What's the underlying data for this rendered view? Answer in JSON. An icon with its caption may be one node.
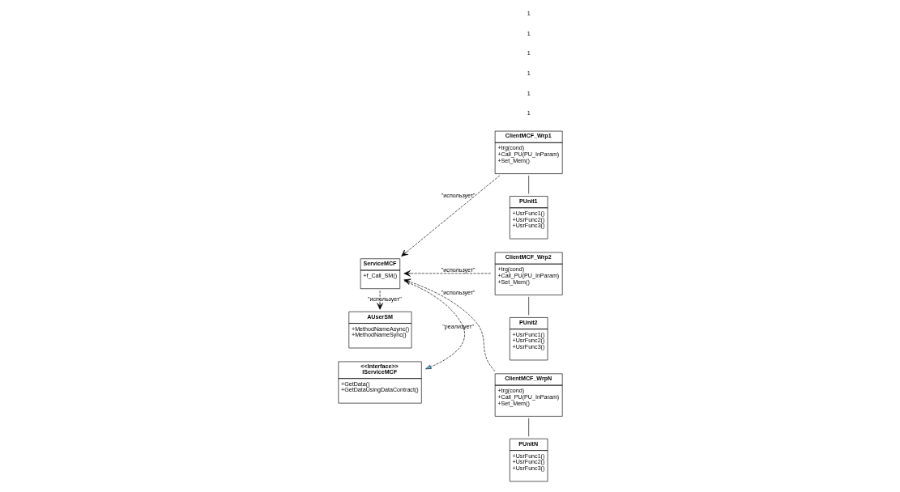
{
  "diagram": {
    "nodes": [
      {
        "text": [
          "<<Interface>>",
          "IServiceMCF",
          "+GetData()",
          "+GetDataUsingDataContract()"
        ]
      },
      {
        "text": [
          "ClientMCF_Wrp1",
          "+trg(cond)",
          "+Call_PU(PU_InParam)",
          "+Set_Mem()"
        ]
      },
      {
        "text": [
          "PUnit1",
          "+UsrFunc1()",
          "+UsrFunc2()",
          "+UsrFunc3()"
        ]
      },
      {
        "text": [
          "ClientMCF_Wrp2",
          "+trg(cond)",
          "+Call_PU(PU_InParam)",
          "+Set_Mem()"
        ]
      },
      {
        "text": [
          "PUnit2",
          "+UsrFunc1()",
          "+UsrFunc2()",
          "+UsrFunc3()"
        ]
      },
      {
        "text": [
          "ServiceMCF",
          "+f_Call_SM()"
        ]
      },
      {
        "text": [
          "AUserSM",
          "+MethodNameAsync()",
          "+MethodNameSync()"
        ]
      },
      {
        "text": [
          "ClientMCF_WrpN",
          "+trg(cond)",
          "+Call_PU(PU_InParam)",
          "+Set_Mem()"
        ]
      },
      {
        "text": [
          "PUnitN",
          "+UsrFunc1()",
          "+UsrFunc2()",
          "+UsrFunc3()"
        ]
      }
    ],
    "edges": [
      {
        "from": 5,
        "to": 0,
        "arrow": "to",
        "label": "\"реализует\"",
        "style": "dashed"
      },
      {
        "from": 1,
        "to": 5,
        "arrow": "to",
        "label": "\"использует\"",
        "style": "dashed"
      },
      {
        "from": 3,
        "to": 5,
        "arrow": "to",
        "label": "\"использует\"",
        "style": "dashed"
      },
      {
        "from": 5,
        "to": 6,
        "arrow": "to",
        "label": "\"использует\"",
        "style": "dashed"
      },
      {
        "from": 7,
        "to": 5,
        "arrow": "to",
        "label": "\"использует\"",
        "style": "dashed"
      },
      {
        "from": 1,
        "to": 2,
        "arrow": "none"
      },
      {
        "from": 3,
        "to": 4,
        "arrow": "none"
      },
      {
        "from": 7,
        "to": 8,
        "arrow": "none"
      }
    ],
    "labels": [
      "1",
      "1",
      "1",
      "1",
      "1",
      "1"
    ]
  }
}
